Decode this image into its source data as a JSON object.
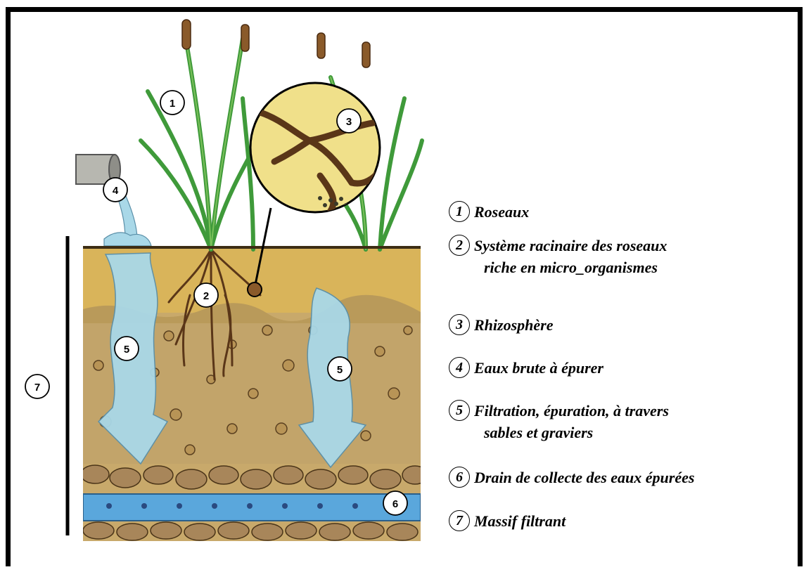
{
  "colors": {
    "frame": "#000000",
    "soil_top": "#d9b45a",
    "soil_mid": "#b99a5a",
    "water": "#a9d8e8",
    "drain": "#5aa7dc",
    "reed_green": "#3f9a3a",
    "cattail": "#8a5a2a",
    "root_brown": "#5a3618"
  },
  "callouts": {
    "c1": "1",
    "c2": "2",
    "c3": "3",
    "c4": "4",
    "c5a": "5",
    "c5b": "5",
    "c6": "6",
    "c7": "7"
  },
  "legend": [
    {
      "num": "1",
      "line1": "Roseaux",
      "line2": ""
    },
    {
      "num": "2",
      "line1": "Système racinaire des roseaux",
      "line2": "riche en micro_organismes"
    },
    {
      "num": "3",
      "line1": "Rhizosphère",
      "line2": ""
    },
    {
      "num": "4",
      "line1": "Eaux brute à épurer",
      "line2": ""
    },
    {
      "num": "5",
      "line1": "Filtration, épuration, à travers",
      "line2": "sables et graviers"
    },
    {
      "num": "6",
      "line1": "Drain de collecte des eaux épurées",
      "line2": ""
    },
    {
      "num": "7",
      "line1": "Massif filtrant",
      "line2": ""
    }
  ]
}
